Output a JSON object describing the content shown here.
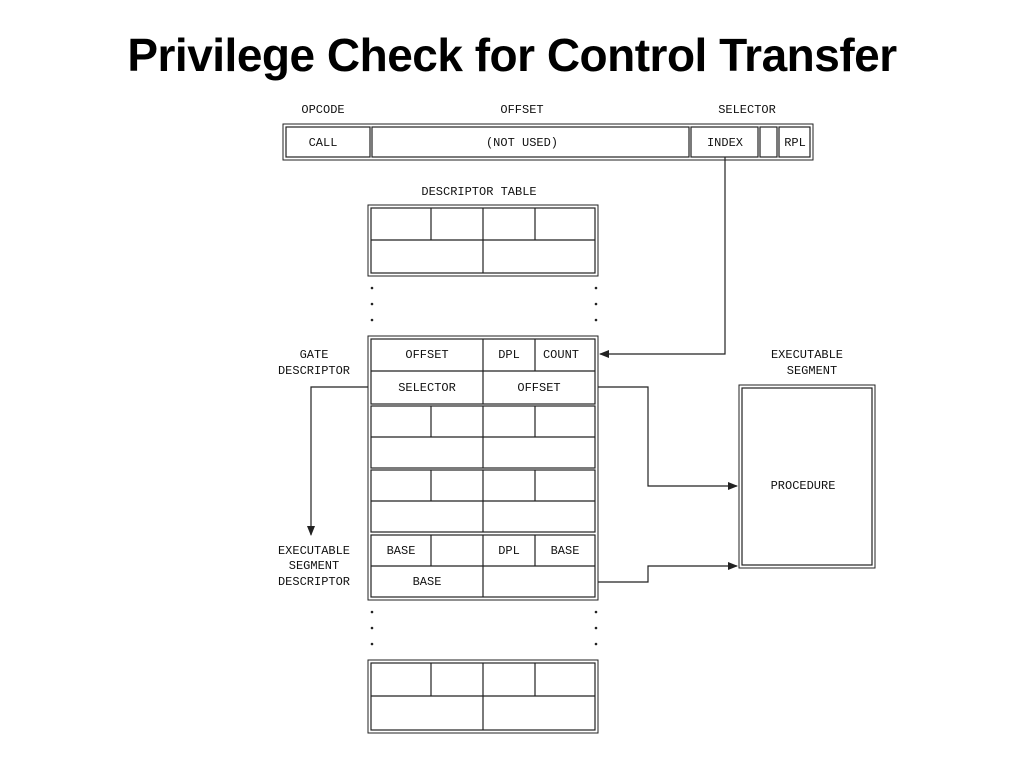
{
  "title": "Privilege Check for Control Transfer",
  "instruction": {
    "headers": {
      "opcode": "OPCODE",
      "offset": "OFFSET",
      "selector": "SELECTOR"
    },
    "fields": {
      "call": "CALL",
      "not_used": "(NOT USED)",
      "index": "INDEX",
      "rpl": "RPL"
    }
  },
  "descriptor_table": {
    "label": "DESCRIPTOR TABLE",
    "gate": {
      "label_line1": "GATE",
      "label_line2": "DESCRIPTOR",
      "offset_hi": "OFFSET",
      "dpl": "DPL",
      "count": "COUNT",
      "selector": "SELECTOR",
      "offset_lo": "OFFSET"
    },
    "code_seg": {
      "label_line1": "EXECUTABLE",
      "label_line2": "SEGMENT",
      "label_line3": "DESCRIPTOR",
      "base_hi": "BASE",
      "dpl": "DPL",
      "base_mid": "BASE",
      "base_lo": "BASE"
    }
  },
  "segment": {
    "label_line1": "EXECUTABLE",
    "label_line2": "SEGMENT",
    "procedure": "PROCEDURE"
  },
  "colors": {
    "line": "#222222",
    "text": "#111111",
    "title": "#000000"
  }
}
